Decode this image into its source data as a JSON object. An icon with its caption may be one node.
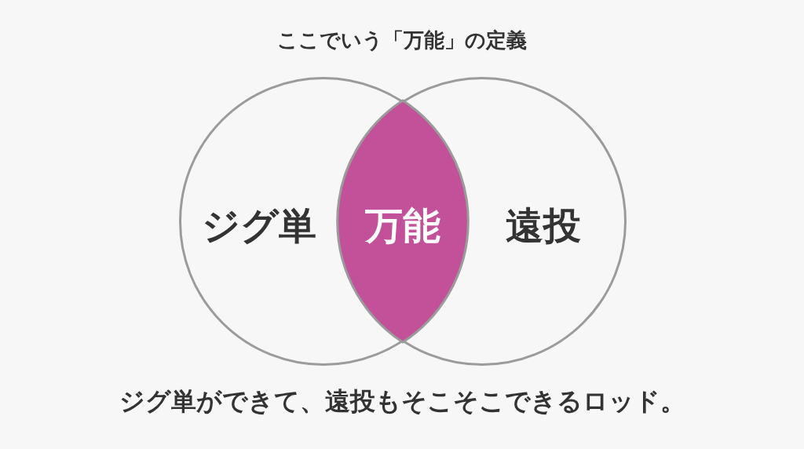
{
  "diagram": {
    "title": "ここでいう「万能」の定義",
    "caption": "ジグ単ができて、遠投もそこそこできるロッド。",
    "nodes": [
      {
        "text": [
          "ジグ単"
        ]
      },
      {
        "text": [
          "遠投"
        ]
      },
      {
        "text": [
          "万能"
        ]
      }
    ]
  }
}
